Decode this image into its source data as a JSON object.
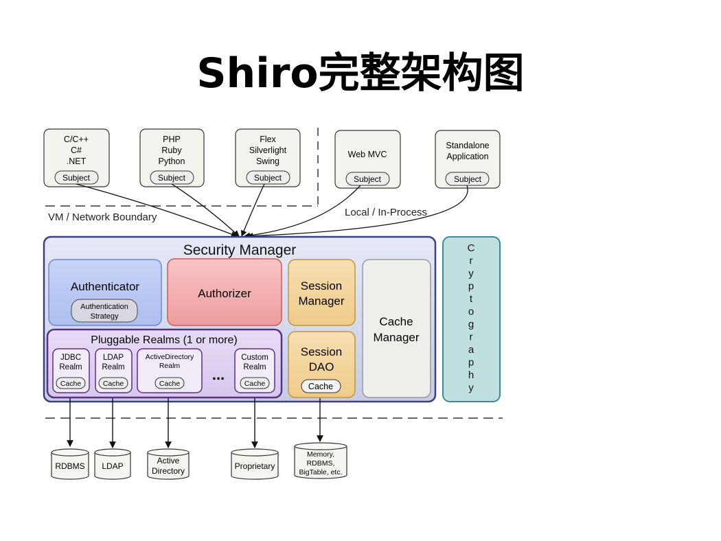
{
  "page_title": "Shiro完整架构图",
  "diagram": {
    "clients": [
      {
        "lines": [
          "C/C++",
          "C#",
          ".NET"
        ],
        "subject": "Subject"
      },
      {
        "lines": [
          "PHP",
          "Ruby",
          "Python"
        ],
        "subject": "Subject"
      },
      {
        "lines": [
          "Flex",
          "Silverlight",
          "Swing"
        ],
        "subject": "Subject"
      },
      {
        "lines": [
          "Web MVC"
        ],
        "subject": "Subject"
      },
      {
        "lines": [
          "Standalone",
          "Application"
        ],
        "subject": "Subject"
      }
    ],
    "boundary_labels": {
      "vm_network": "VM / Network Boundary",
      "local": "Local / In-Process"
    },
    "security_manager": "Security Manager",
    "authenticator": {
      "label": "Authenticator",
      "strategy": [
        "Authentication",
        "Strategy"
      ]
    },
    "authorizer": "Authorizer",
    "session_manager": [
      "Session",
      "Manager"
    ],
    "cache_manager": [
      "Cache",
      "Manager"
    ],
    "session_dao": {
      "label": [
        "Session",
        "DAO"
      ],
      "cache": "Cache"
    },
    "realms": {
      "title": "Pluggable Realms (1 or more)",
      "items": [
        {
          "lines": [
            "JDBC",
            "Realm"
          ],
          "cache": "Cache"
        },
        {
          "lines": [
            "LDAP",
            "Realm"
          ],
          "cache": "Cache"
        },
        {
          "lines": [
            "ActiveDirectory",
            "Realm"
          ],
          "cache": "Cache"
        },
        {
          "lines": [
            "Custom",
            "Realm"
          ],
          "cache": "Cache"
        }
      ],
      "ellipsis": "..."
    },
    "cryptography": "Cryptography",
    "datastores": [
      {
        "lines": [
          "RDBMS"
        ]
      },
      {
        "lines": [
          "LDAP"
        ]
      },
      {
        "lines": [
          "Active",
          "Directory"
        ]
      },
      {
        "lines": [
          "Proprietary"
        ]
      },
      {
        "lines": [
          "Memory,",
          "RDBMS,",
          "BigTable, etc."
        ]
      }
    ]
  }
}
